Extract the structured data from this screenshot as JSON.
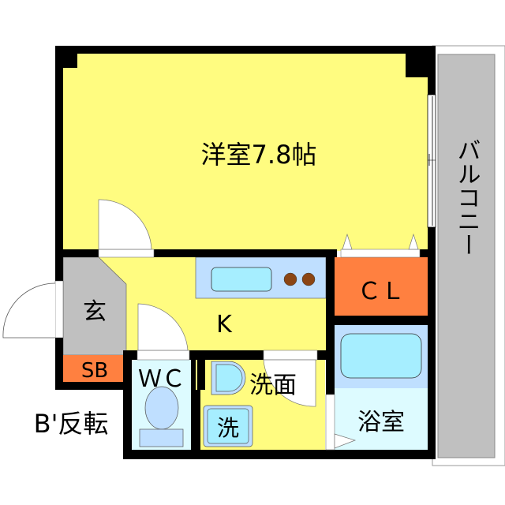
{
  "floor_plan": {
    "variant_note": "B'反転",
    "rooms": {
      "western_room": {
        "label": "洋室7.8帖",
        "color": "#FFFC80"
      },
      "kitchen": {
        "label": "K",
        "color": "#FFFC80"
      },
      "entrance": {
        "label": "玄",
        "color": "#C0C0C0"
      },
      "shoe_box": {
        "label": "SB",
        "color": "#FF8040"
      },
      "closet": {
        "label": "ＣＬ",
        "color": "#FF8040"
      },
      "toilet": {
        "label": "ＷＣ",
        "color": "#DDFBFF"
      },
      "washroom": {
        "label": "洗面",
        "color": "#FFFC80"
      },
      "laundry": {
        "label": "洗",
        "color": "#A6EEFF"
      },
      "bathroom": {
        "label": "浴室",
        "color": "#DDFBFF"
      },
      "balcony": {
        "label": "バルコニー",
        "color": "#C0C0C0"
      }
    },
    "colors": {
      "wall": "#000000",
      "fixture_blue": "#BFDFFF",
      "sink_cyan": "#A6EEFF",
      "stove_burner": "#8B4513",
      "door_fill": "#FFFFFF"
    }
  }
}
